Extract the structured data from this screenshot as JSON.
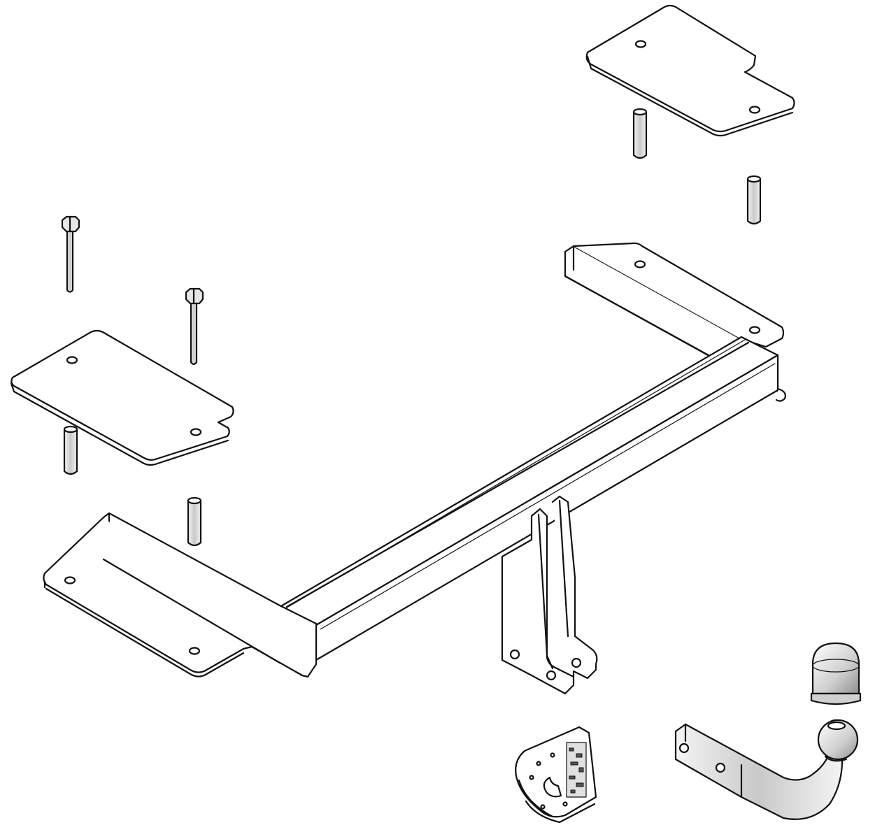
{
  "diagram": {
    "parts": [
      {
        "id": "bracket-plate-top-right",
        "kind": "mounting-plate"
      },
      {
        "id": "spacer-sleeve-top-1",
        "kind": "spacer"
      },
      {
        "id": "spacer-sleeve-top-2",
        "kind": "spacer"
      },
      {
        "id": "bolt-left-1",
        "kind": "bolt"
      },
      {
        "id": "bolt-left-2",
        "kind": "bolt"
      },
      {
        "id": "bracket-plate-left",
        "kind": "mounting-plate"
      },
      {
        "id": "spacer-sleeve-left-1",
        "kind": "spacer"
      },
      {
        "id": "spacer-sleeve-left-2",
        "kind": "spacer"
      },
      {
        "id": "tow-bar-crossbeam",
        "kind": "main-frame"
      },
      {
        "id": "socket-mounting-plate",
        "kind": "electrical-socket-bracket"
      },
      {
        "id": "tow-ball-cover",
        "kind": "ball-cap"
      },
      {
        "id": "tow-ball-neck",
        "kind": "detachable-ball-neck"
      }
    ],
    "colors": {
      "line": "#111111",
      "fill": "#ffffff",
      "shade": "#d9d9d9"
    }
  }
}
